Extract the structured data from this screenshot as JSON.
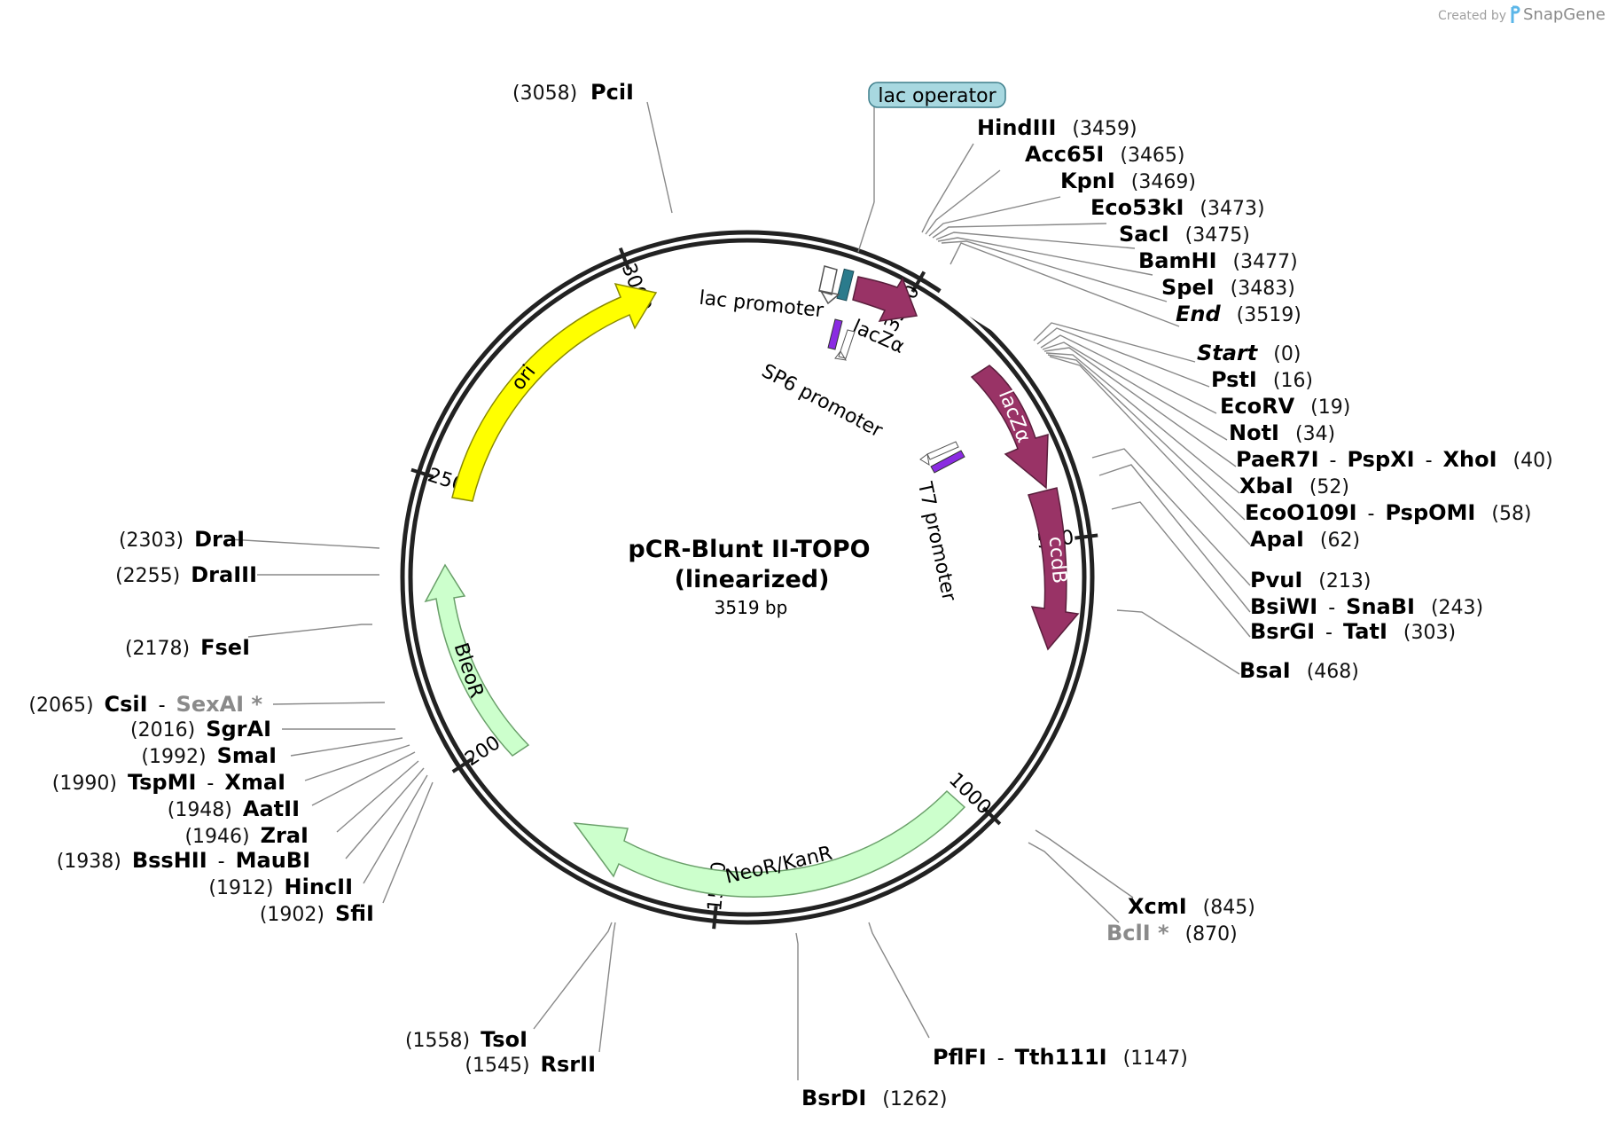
{
  "watermark": {
    "text_created": "Created by",
    "text_brand": "SnapGene"
  },
  "map": {
    "title_line1": "pCR-Blunt II-TOPO",
    "title_line2": "(linearized)",
    "length_label": "3519 bp",
    "total_bp": 3519,
    "tick_labels": [
      "500",
      "1000",
      "1500",
      "2000",
      "2500",
      "3000",
      "3500"
    ]
  },
  "features": [
    {
      "name": "ori",
      "color": "#ffff00",
      "stroke": "#8a8a00",
      "text_color": "#000000"
    },
    {
      "name": "BleoR",
      "color": "#ccffcc",
      "stroke": "#6aa06a",
      "text_color": "#000000"
    },
    {
      "name": "NeoR/KanR",
      "color": "#ccffcc",
      "stroke": "#6aa06a",
      "text_color": "#000000"
    },
    {
      "name": "lacZα",
      "color": "#993366",
      "stroke": "#5a1e3c",
      "text_color": "#ffffff"
    },
    {
      "name": "ccdB",
      "color": "#993366",
      "stroke": "#5a1e3c",
      "text_color": "#ffffff"
    },
    {
      "name": "lacZα",
      "color": "#993366",
      "stroke": "#5a1e3c",
      "text_color": "#000000"
    }
  ],
  "promoters": [
    {
      "name": "lac promoter",
      "color": "#ffffff"
    },
    {
      "name": "SP6 promoter",
      "color": "#8a2be2"
    },
    {
      "name": "T7 promoter",
      "color": "#8a2be2"
    }
  ],
  "lac_operator": {
    "label": "lac operator",
    "color": "#a8d8e0",
    "feature_color": "#2b7b8c"
  },
  "sites": {
    "top": {
      "pos": "(3058)",
      "names": [
        "PciI"
      ]
    },
    "right_upper": [
      {
        "names": [
          "HindIII"
        ],
        "pos": "(3459)"
      },
      {
        "names": [
          "Acc65I"
        ],
        "pos": "(3465)"
      },
      {
        "names": [
          "KpnI"
        ],
        "pos": "(3469)"
      },
      {
        "names": [
          "Eco53kI"
        ],
        "pos": "(3473)"
      },
      {
        "names": [
          "SacI"
        ],
        "pos": "(3475)"
      },
      {
        "names": [
          "BamHI"
        ],
        "pos": "(3477)"
      },
      {
        "names": [
          "SpeI"
        ],
        "pos": "(3483)"
      },
      {
        "names": [
          "End"
        ],
        "pos": "(3519)",
        "italic": true
      }
    ],
    "right_lower": [
      {
        "names": [
          "Start"
        ],
        "pos": "(0)",
        "italic": true
      },
      {
        "names": [
          "PstI"
        ],
        "pos": "(16)"
      },
      {
        "names": [
          "EcoRV"
        ],
        "pos": "(19)"
      },
      {
        "names": [
          "NotI"
        ],
        "pos": "(34)"
      },
      {
        "names": [
          "PaeR7I",
          "PspXI",
          "XhoI"
        ],
        "pos": "(40)"
      },
      {
        "names": [
          "XbaI"
        ],
        "pos": "(52)"
      },
      {
        "names": [
          "EcoO109I",
          "PspOMI"
        ],
        "pos": "(58)"
      },
      {
        "names": [
          "ApaI"
        ],
        "pos": "(62)"
      },
      {
        "names": [
          "PvuI"
        ],
        "pos": "(213)"
      },
      {
        "names": [
          "BsiWI",
          "SnaBI"
        ],
        "pos": "(243)"
      },
      {
        "names": [
          "BsrGI",
          "TatI"
        ],
        "pos": "(303)"
      },
      {
        "names": [
          "BsaI"
        ],
        "pos": "(468)"
      }
    ],
    "right_bottom": [
      {
        "names": [
          "XcmI"
        ],
        "pos": "(845)"
      },
      {
        "names": [
          "BclI *"
        ],
        "pos": "(870)",
        "gray": true
      }
    ],
    "bottom": [
      {
        "names": [
          "PflFI",
          "Tth111I"
        ],
        "pos": "(1147)"
      },
      {
        "names": [
          "BsrDI"
        ],
        "pos": "(1262)"
      },
      {
        "names": [
          "TsoI"
        ],
        "pos": "(1558)"
      },
      {
        "names": [
          "RsrII"
        ],
        "pos": "(1545)"
      }
    ],
    "left": [
      {
        "names": [
          "DraI"
        ],
        "pos": "(2303)"
      },
      {
        "names": [
          "DraIII"
        ],
        "pos": "(2255)"
      },
      {
        "names": [
          "FseI"
        ],
        "pos": "(2178)"
      },
      {
        "names": [
          "CsiI",
          "SexAI *"
        ],
        "pos": "(2065)",
        "gray_second": true
      },
      {
        "names": [
          "SgrAI"
        ],
        "pos": "(2016)"
      },
      {
        "names": [
          "SmaI"
        ],
        "pos": "(1992)"
      },
      {
        "names": [
          "TspMI",
          "XmaI"
        ],
        "pos": "(1990)"
      },
      {
        "names": [
          "AatII"
        ],
        "pos": "(1948)"
      },
      {
        "names": [
          "ZraI"
        ],
        "pos": "(1946)"
      },
      {
        "names": [
          "BssHII",
          "MauBI"
        ],
        "pos": "(1938)"
      },
      {
        "names": [
          "HincII"
        ],
        "pos": "(1912)"
      },
      {
        "names": [
          "SfiI"
        ],
        "pos": "(1902)"
      }
    ]
  },
  "colors": {
    "ring": "#222222",
    "leader": "#888888",
    "gray_text": "#8a8a8a"
  }
}
